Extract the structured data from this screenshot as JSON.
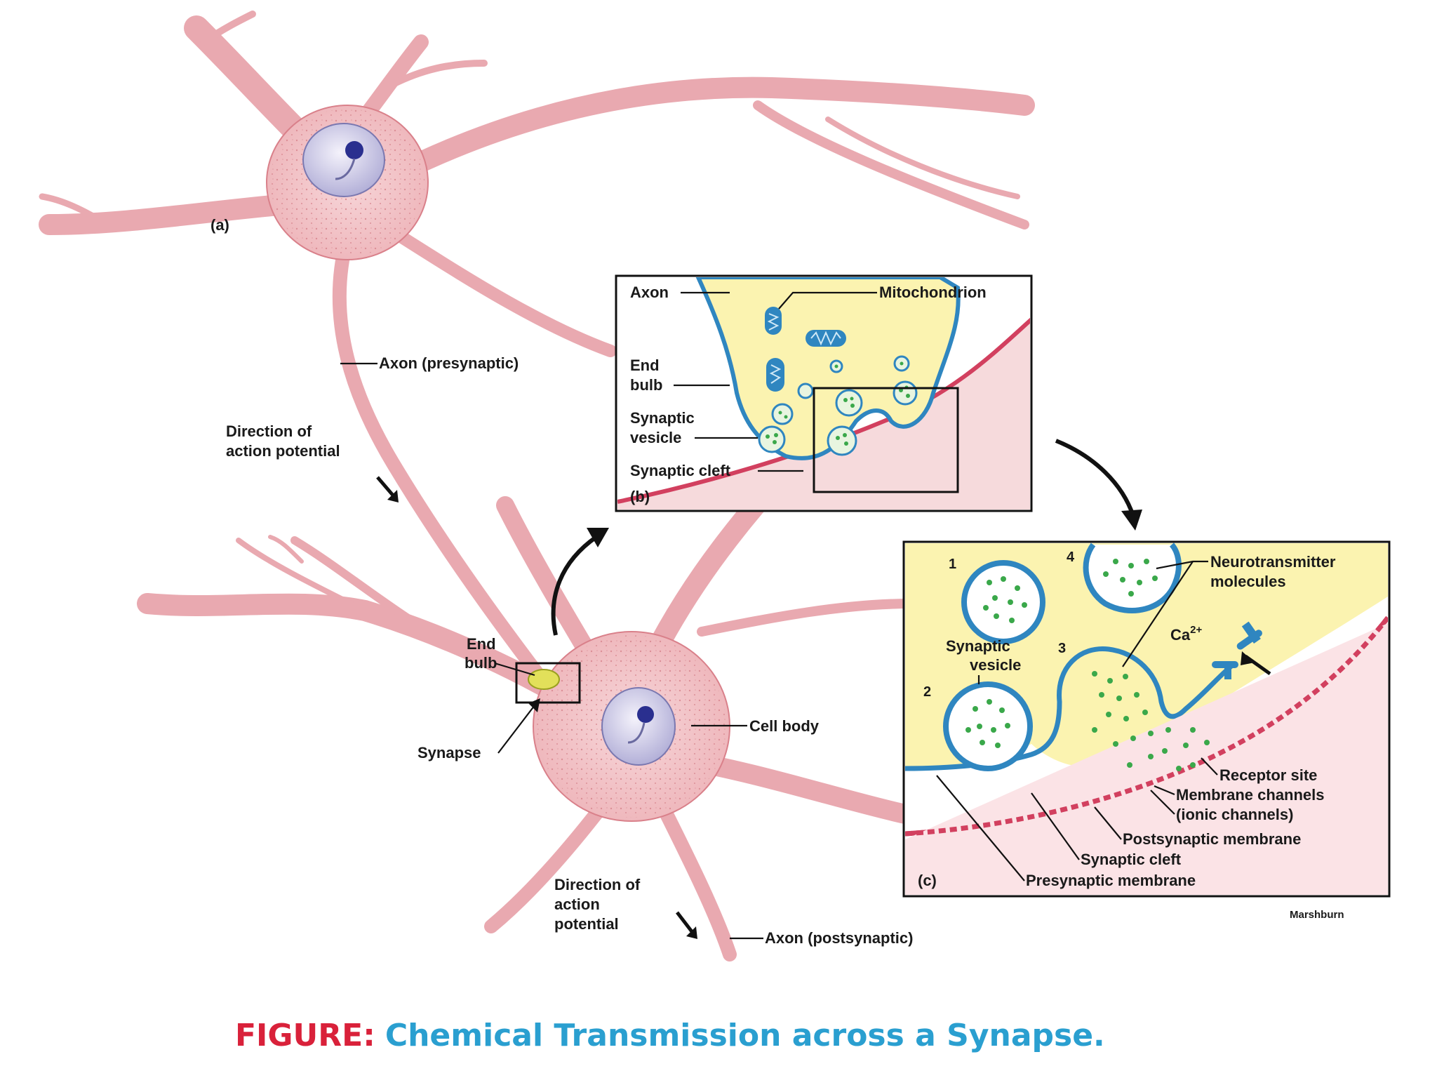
{
  "panel_a": {
    "tag": "(a)",
    "axon_presynaptic": "Axon (presynaptic)",
    "direction_top_line1": "Direction of",
    "direction_top_line2": "action potential",
    "end_bulb_line1": "End",
    "end_bulb_line2": "bulb",
    "synapse": "Synapse",
    "cell_body": "Cell body",
    "direction_bottom_line1": "Direction of",
    "direction_bottom_line2": "action",
    "direction_bottom_line3": "potential",
    "axon_postsynaptic": "Axon (postsynaptic)"
  },
  "panel_b": {
    "tag": "(b)",
    "axon": "Axon",
    "mitochondrion": "Mitochondrion",
    "end_bulb_line1": "End",
    "end_bulb_line2": "bulb",
    "synaptic_vesicle_line1": "Synaptic",
    "synaptic_vesicle_line2": "vesicle",
    "synaptic_cleft": "Synaptic cleft"
  },
  "panel_c": {
    "tag": "(c)",
    "step1": "1",
    "step2": "2",
    "step3": "3",
    "step4": "4",
    "neurotransmitter_line1": "Neurotransmitter",
    "neurotransmitter_line2": "molecules",
    "calcium": "Ca",
    "calcium_charge": "2+",
    "synaptic_vesicle_line1": "Synaptic",
    "synaptic_vesicle_line2": "vesicle",
    "receptor_site": "Receptor site",
    "membrane_channels": "Membrane channels",
    "ionic_channels": "(ionic channels)",
    "postsynaptic_membrane": "Postsynaptic membrane",
    "synaptic_cleft": "Synaptic cleft",
    "presynaptic_membrane": "Presynaptic membrane"
  },
  "credit": "Marshburn",
  "caption": {
    "prefix": "FIGURE:",
    "text": "Chemical Transmission across a Synapse."
  },
  "colors": {
    "neuron_fill": "#f2c4c8",
    "neuron_edge": "#d9808a",
    "bulb_fill": "#fbf3b0",
    "membrane_blue": "#2f86c0",
    "vesicle_dot": "#3aa84a",
    "post_membrane": "#d2405f",
    "caption_prefix": "#d9213a",
    "caption_text": "#2a9fd0"
  }
}
